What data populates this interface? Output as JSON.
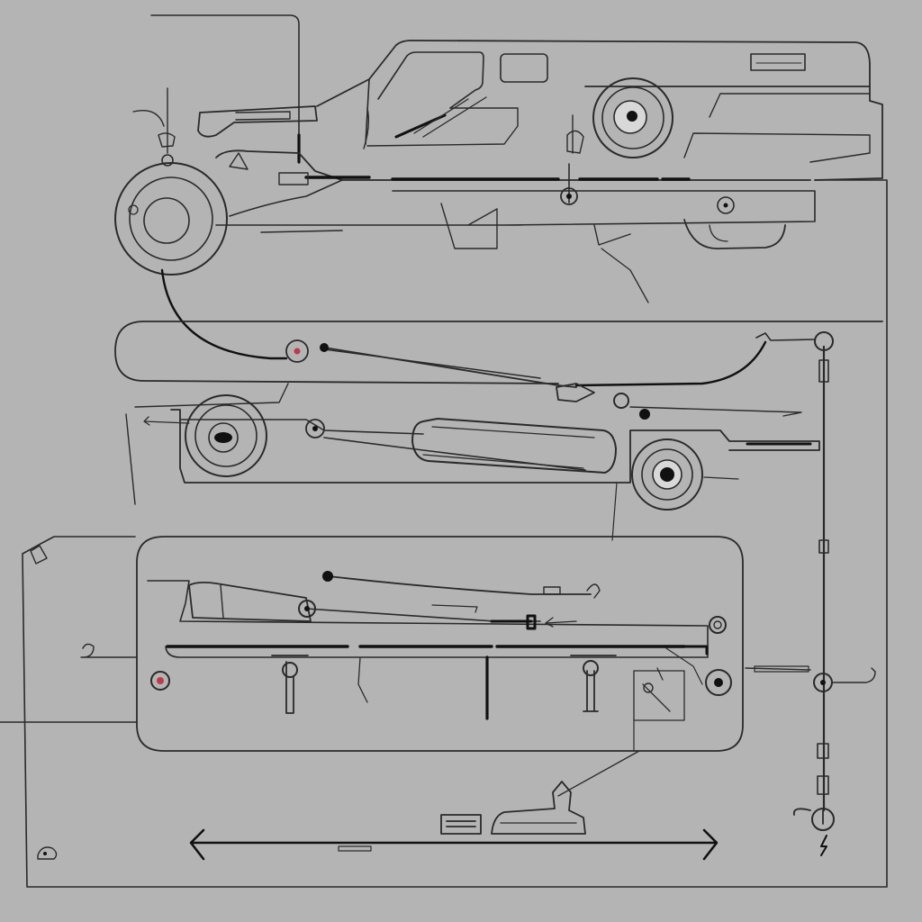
{
  "diagram": {
    "kind": "mechanical line drawing",
    "text_labels": [],
    "colors": {
      "background": "#b4b4b4",
      "line": "#2a2a2a",
      "heavy_line": "#111111",
      "accent": "#c0394b",
      "hub_fill": "#d8d8d8"
    },
    "components": [
      "truck-body",
      "rear-wheel",
      "front-wheel",
      "upper-linkage-rail",
      "middle-chassis-frame",
      "middle-wheel-left",
      "middle-wheel-right",
      "lower-frame-panel",
      "vertical-cable-column",
      "dimension-arrow"
    ]
  }
}
